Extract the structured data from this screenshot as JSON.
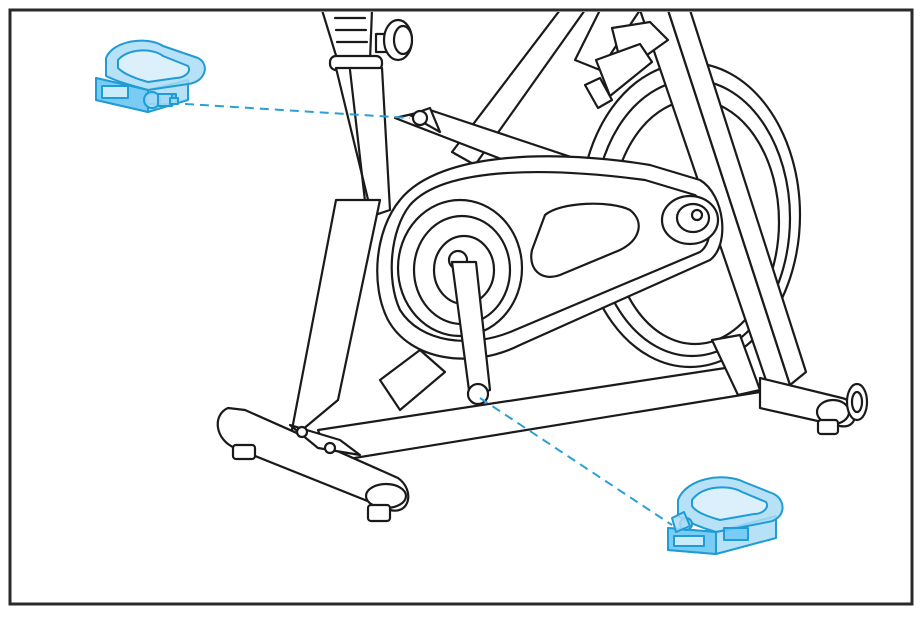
{
  "diagram": {
    "kind": "assembly-instruction",
    "subject": "spin-bike-pedal-installation",
    "colors": {
      "line": "#1a1a1a",
      "frame_border": "#2a2a2a",
      "pedal_fill": "#6ec8f2",
      "pedal_stroke": "#1f9bd6",
      "guide_line": "#2a9fd8",
      "background": "#ffffff"
    },
    "parts": [
      {
        "id": "pedal-left",
        "icon": "pedal-icon"
      },
      {
        "id": "pedal-right",
        "icon": "pedal-icon"
      }
    ]
  }
}
